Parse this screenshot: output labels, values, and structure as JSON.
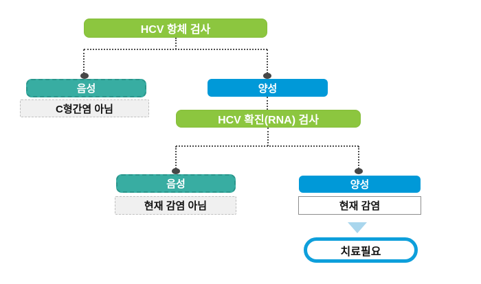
{
  "diagram": {
    "antibody_test": {
      "label": "HCV 항체 검사"
    },
    "level1": {
      "negative": {
        "label": "음성",
        "result": "C형간염 아님"
      },
      "positive": {
        "label": "양성"
      }
    },
    "rna_test": {
      "label": "HCV 확진(RNA) 검사"
    },
    "level2": {
      "negative": {
        "label": "음성",
        "result": "현재 감염 아님"
      },
      "positive": {
        "label": "양성",
        "result": "현재 감염"
      }
    },
    "outcome": {
      "label": "치료필요"
    }
  },
  "colors": {
    "green": "#8cc63f",
    "teal": "#38ada2",
    "teal_dash_border": "#2a958b",
    "blue": "#0099d8",
    "gray_fill": "#f0f0f0",
    "gray_dash_border": "#bfbfbf",
    "white_box_border": "#8c8c8c",
    "connector": "#4d4d4d",
    "connector_dot": "#474747",
    "arrow_light_blue": "#a9d6ed",
    "oval_border": "#0e9fdb",
    "text_on_color": "#ffffff",
    "text_dark": "#111111"
  }
}
